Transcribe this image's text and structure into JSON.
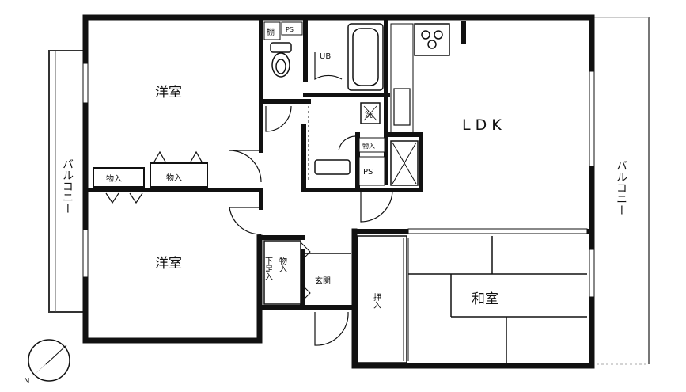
{
  "rooms": {
    "western_room_1": "洋室",
    "western_room_2": "洋室",
    "ldk": "LDK",
    "japanese_room": "和室",
    "entrance": "玄関"
  },
  "storage": {
    "closet_a": "物入",
    "closet_b": "物入",
    "closet_c": "物入",
    "shoe_storage": "下足入",
    "shoe_storage_mono": "物入",
    "oshiire": "押入",
    "shelf": "棚"
  },
  "utilities": {
    "unit_bath": "UB",
    "pipe_space_1": "PS",
    "pipe_space_2": "PS",
    "washer": "洗"
  },
  "balconies": {
    "left": "バルコニー",
    "right": "バルコニー"
  },
  "compass": {
    "north_mark": "N"
  }
}
